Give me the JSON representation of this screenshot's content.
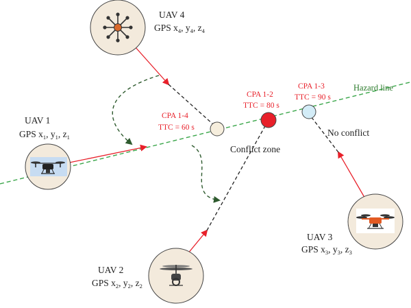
{
  "colors": {
    "red": "#e8202a",
    "dark_green": "#2e5a2e",
    "hazard_green": "#3aa64a",
    "circle_fill": "#f3eadc",
    "circle_stroke": "#444444",
    "cpa_1_2_fill": "#e8202a",
    "cpa_1_3_fill": "#d3ecf7",
    "cpa_1_4_fill": "#f6eedd"
  },
  "uavs": [
    {
      "id": "uav1",
      "name": "UAV 1",
      "gps": {
        "prefix": "GPS x",
        "i": "1",
        "y": "y",
        "z": "z"
      },
      "icon": "quadcopter-drone-icon"
    },
    {
      "id": "uav2",
      "name": "UAV 2",
      "gps": {
        "prefix": "GPS x",
        "i": "2",
        "y": "y",
        "z": "z"
      },
      "icon": "single-rotor-drone-icon"
    },
    {
      "id": "uav3",
      "name": "UAV 3",
      "gps": {
        "prefix": "GPS x",
        "i": "3",
        "y": "y",
        "z": "z"
      },
      "icon": "orange-quadcopter-icon"
    },
    {
      "id": "uav4",
      "name": "UAV 4",
      "gps": {
        "prefix": "GPS x",
        "i": "4",
        "y": "y",
        "z": "z"
      },
      "icon": "octocopter-drone-icon"
    }
  ],
  "cpas": [
    {
      "id": "cpa14",
      "name": "CPA 1-4",
      "ttc": "TTC = 60 s"
    },
    {
      "id": "cpa12",
      "name": "CPA 1-2",
      "ttc": "TTC = 80 s"
    },
    {
      "id": "cpa13",
      "name": "CPA 1-3",
      "ttc": "TTC = 90 s"
    }
  ],
  "labels": {
    "hazard_line": "Hazard line",
    "conflict_zone": "Conflict zone",
    "no_conflict": "No conflict"
  }
}
